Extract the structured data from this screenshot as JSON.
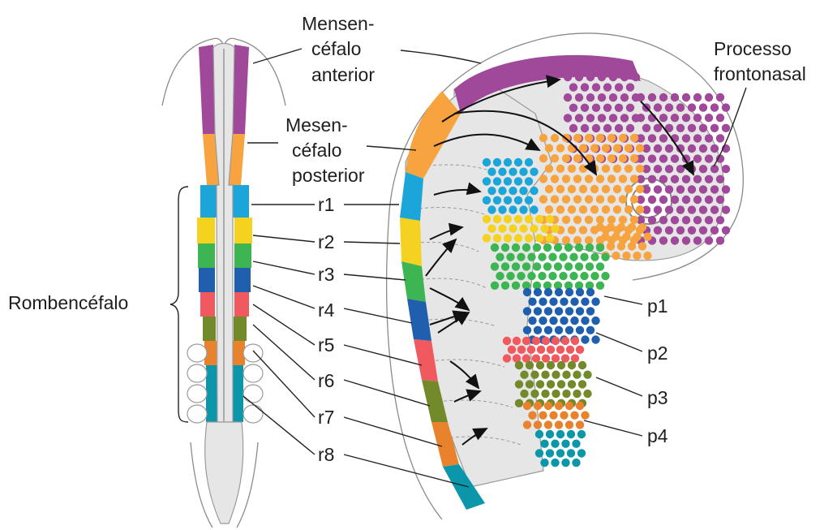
{
  "labels": {
    "mesencefalo_anterior": [
      "Mensen-",
      "céfalo",
      "anterior"
    ],
    "mesencefalo_posterior": [
      "Mesen-",
      "céfalo",
      "posterior"
    ],
    "rombencefalo": "Rombencéfalo",
    "processo_frontonasal": [
      "Processo",
      "frontonasal"
    ],
    "rhombomeres": [
      "r1",
      "r2",
      "r3",
      "r4",
      "r5",
      "r6",
      "r7",
      "r8"
    ],
    "arches": [
      "p1",
      "p2",
      "p3",
      "p4"
    ]
  },
  "colors": {
    "mesencefalo_anterior": "#a0489a",
    "mesencefalo_posterior": "#f7a440",
    "r1": "#1ba5d8",
    "r2": "#f4d21f",
    "r3": "#3db553",
    "r4": "#1f5fae",
    "r5": "#f0595e",
    "r6": "#738a2b",
    "r7": "#e9822c",
    "r8": "#0b97a9",
    "tissue": "#e6e6e6"
  }
}
